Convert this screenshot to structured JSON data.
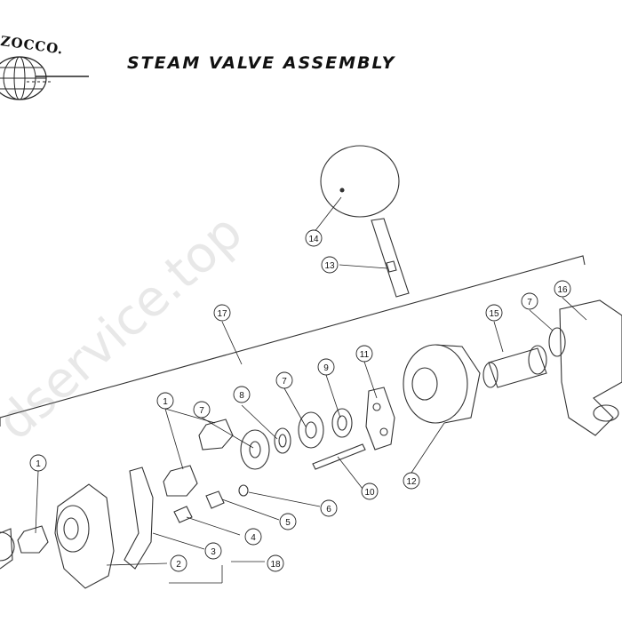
{
  "header": {
    "brand": "ZOCCO.",
    "title": "STEAM VALVE ASSEMBLY"
  },
  "watermark": "dservice.top",
  "callouts": [
    "1",
    "1",
    "2",
    "3",
    "4",
    "5",
    "6",
    "7",
    "8",
    "7",
    "9",
    "11",
    "12",
    "10",
    "13",
    "14",
    "15",
    "7",
    "16",
    "17",
    "18"
  ],
  "colors": {
    "line": "#333333",
    "background": "#ffffff"
  }
}
